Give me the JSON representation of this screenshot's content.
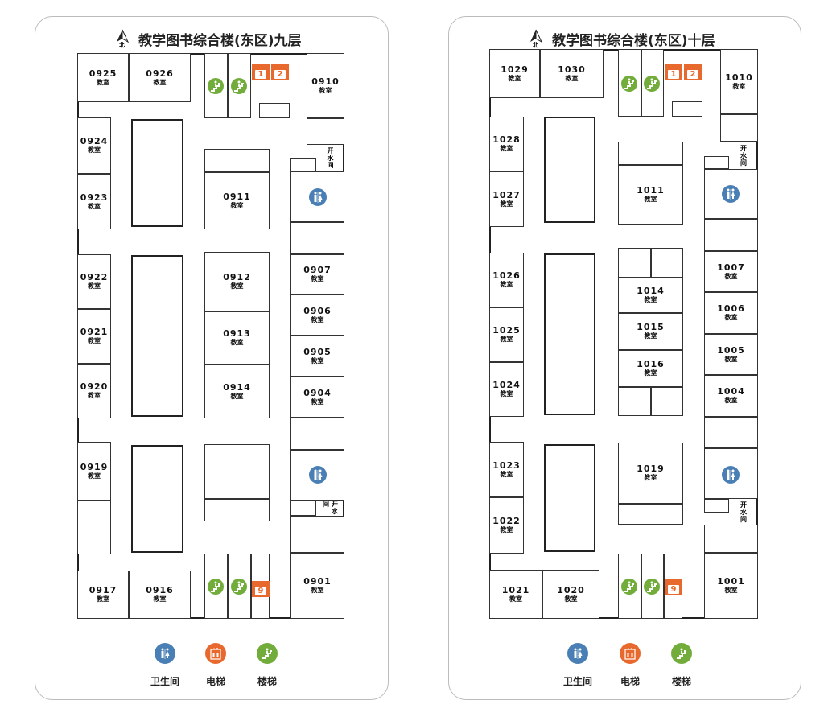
{
  "floors": [
    {
      "title": "教学图书综合楼(东区)九层",
      "north_label": "北",
      "rooms": [
        {
          "number": "0925",
          "type": "教室"
        },
        {
          "number": "0926",
          "type": "教室"
        },
        {
          "number": "0910",
          "type": "教室"
        },
        {
          "number": "0924",
          "type": "教室"
        },
        {
          "number": "0923",
          "type": "教室"
        },
        {
          "number": "0922",
          "type": "教室"
        },
        {
          "number": "0921",
          "type": "教室"
        },
        {
          "number": "0920",
          "type": "教室"
        },
        {
          "number": "0919",
          "type": "教室"
        },
        {
          "number": "0917",
          "type": "教室"
        },
        {
          "number": "0916",
          "type": "教室"
        },
        {
          "number": "0911",
          "type": "教室"
        },
        {
          "number": "0912",
          "type": "教室"
        },
        {
          "number": "0913",
          "type": "教室"
        },
        {
          "number": "0914",
          "type": "教室"
        },
        {
          "number": "0907",
          "type": "教室"
        },
        {
          "number": "0906",
          "type": "教室"
        },
        {
          "number": "0905",
          "type": "教室"
        },
        {
          "number": "0904",
          "type": "教室"
        },
        {
          "number": "0901",
          "type": "教室"
        }
      ],
      "water_room": "开水间",
      "elevators": [
        "1",
        "2",
        "9"
      ]
    },
    {
      "title": "教学图书综合楼(东区)十层",
      "north_label": "北",
      "rooms": [
        {
          "number": "1029",
          "type": "教室"
        },
        {
          "number": "1030",
          "type": "教室"
        },
        {
          "number": "1010",
          "type": "教室"
        },
        {
          "number": "1028",
          "type": "教室"
        },
        {
          "number": "1027",
          "type": "教室"
        },
        {
          "number": "1026",
          "type": "教室"
        },
        {
          "number": "1025",
          "type": "教室"
        },
        {
          "number": "1024",
          "type": "教室"
        },
        {
          "number": "1023",
          "type": "教室"
        },
        {
          "number": "1022",
          "type": "教室"
        },
        {
          "number": "1021",
          "type": "教室"
        },
        {
          "number": "1020",
          "type": "教室"
        },
        {
          "number": "1011",
          "type": "教室"
        },
        {
          "number": "1014",
          "type": "教室"
        },
        {
          "number": "1015",
          "type": "教室"
        },
        {
          "number": "1016",
          "type": "教室"
        },
        {
          "number": "1019",
          "type": "教室"
        },
        {
          "number": "1007",
          "type": "教室"
        },
        {
          "number": "1006",
          "type": "教室"
        },
        {
          "number": "1005",
          "type": "教室"
        },
        {
          "number": "1004",
          "type": "教室"
        },
        {
          "number": "1001",
          "type": "教室"
        }
      ],
      "water_room": "开水间",
      "elevators": [
        "1",
        "2",
        "9"
      ]
    }
  ],
  "legend": {
    "restroom": "卫生间",
    "elevator": "电梯",
    "stairs": "楼梯"
  },
  "colors": {
    "restroom": "#4a7fb5",
    "elevator": "#e8692d",
    "stairs": "#72ad3c"
  }
}
